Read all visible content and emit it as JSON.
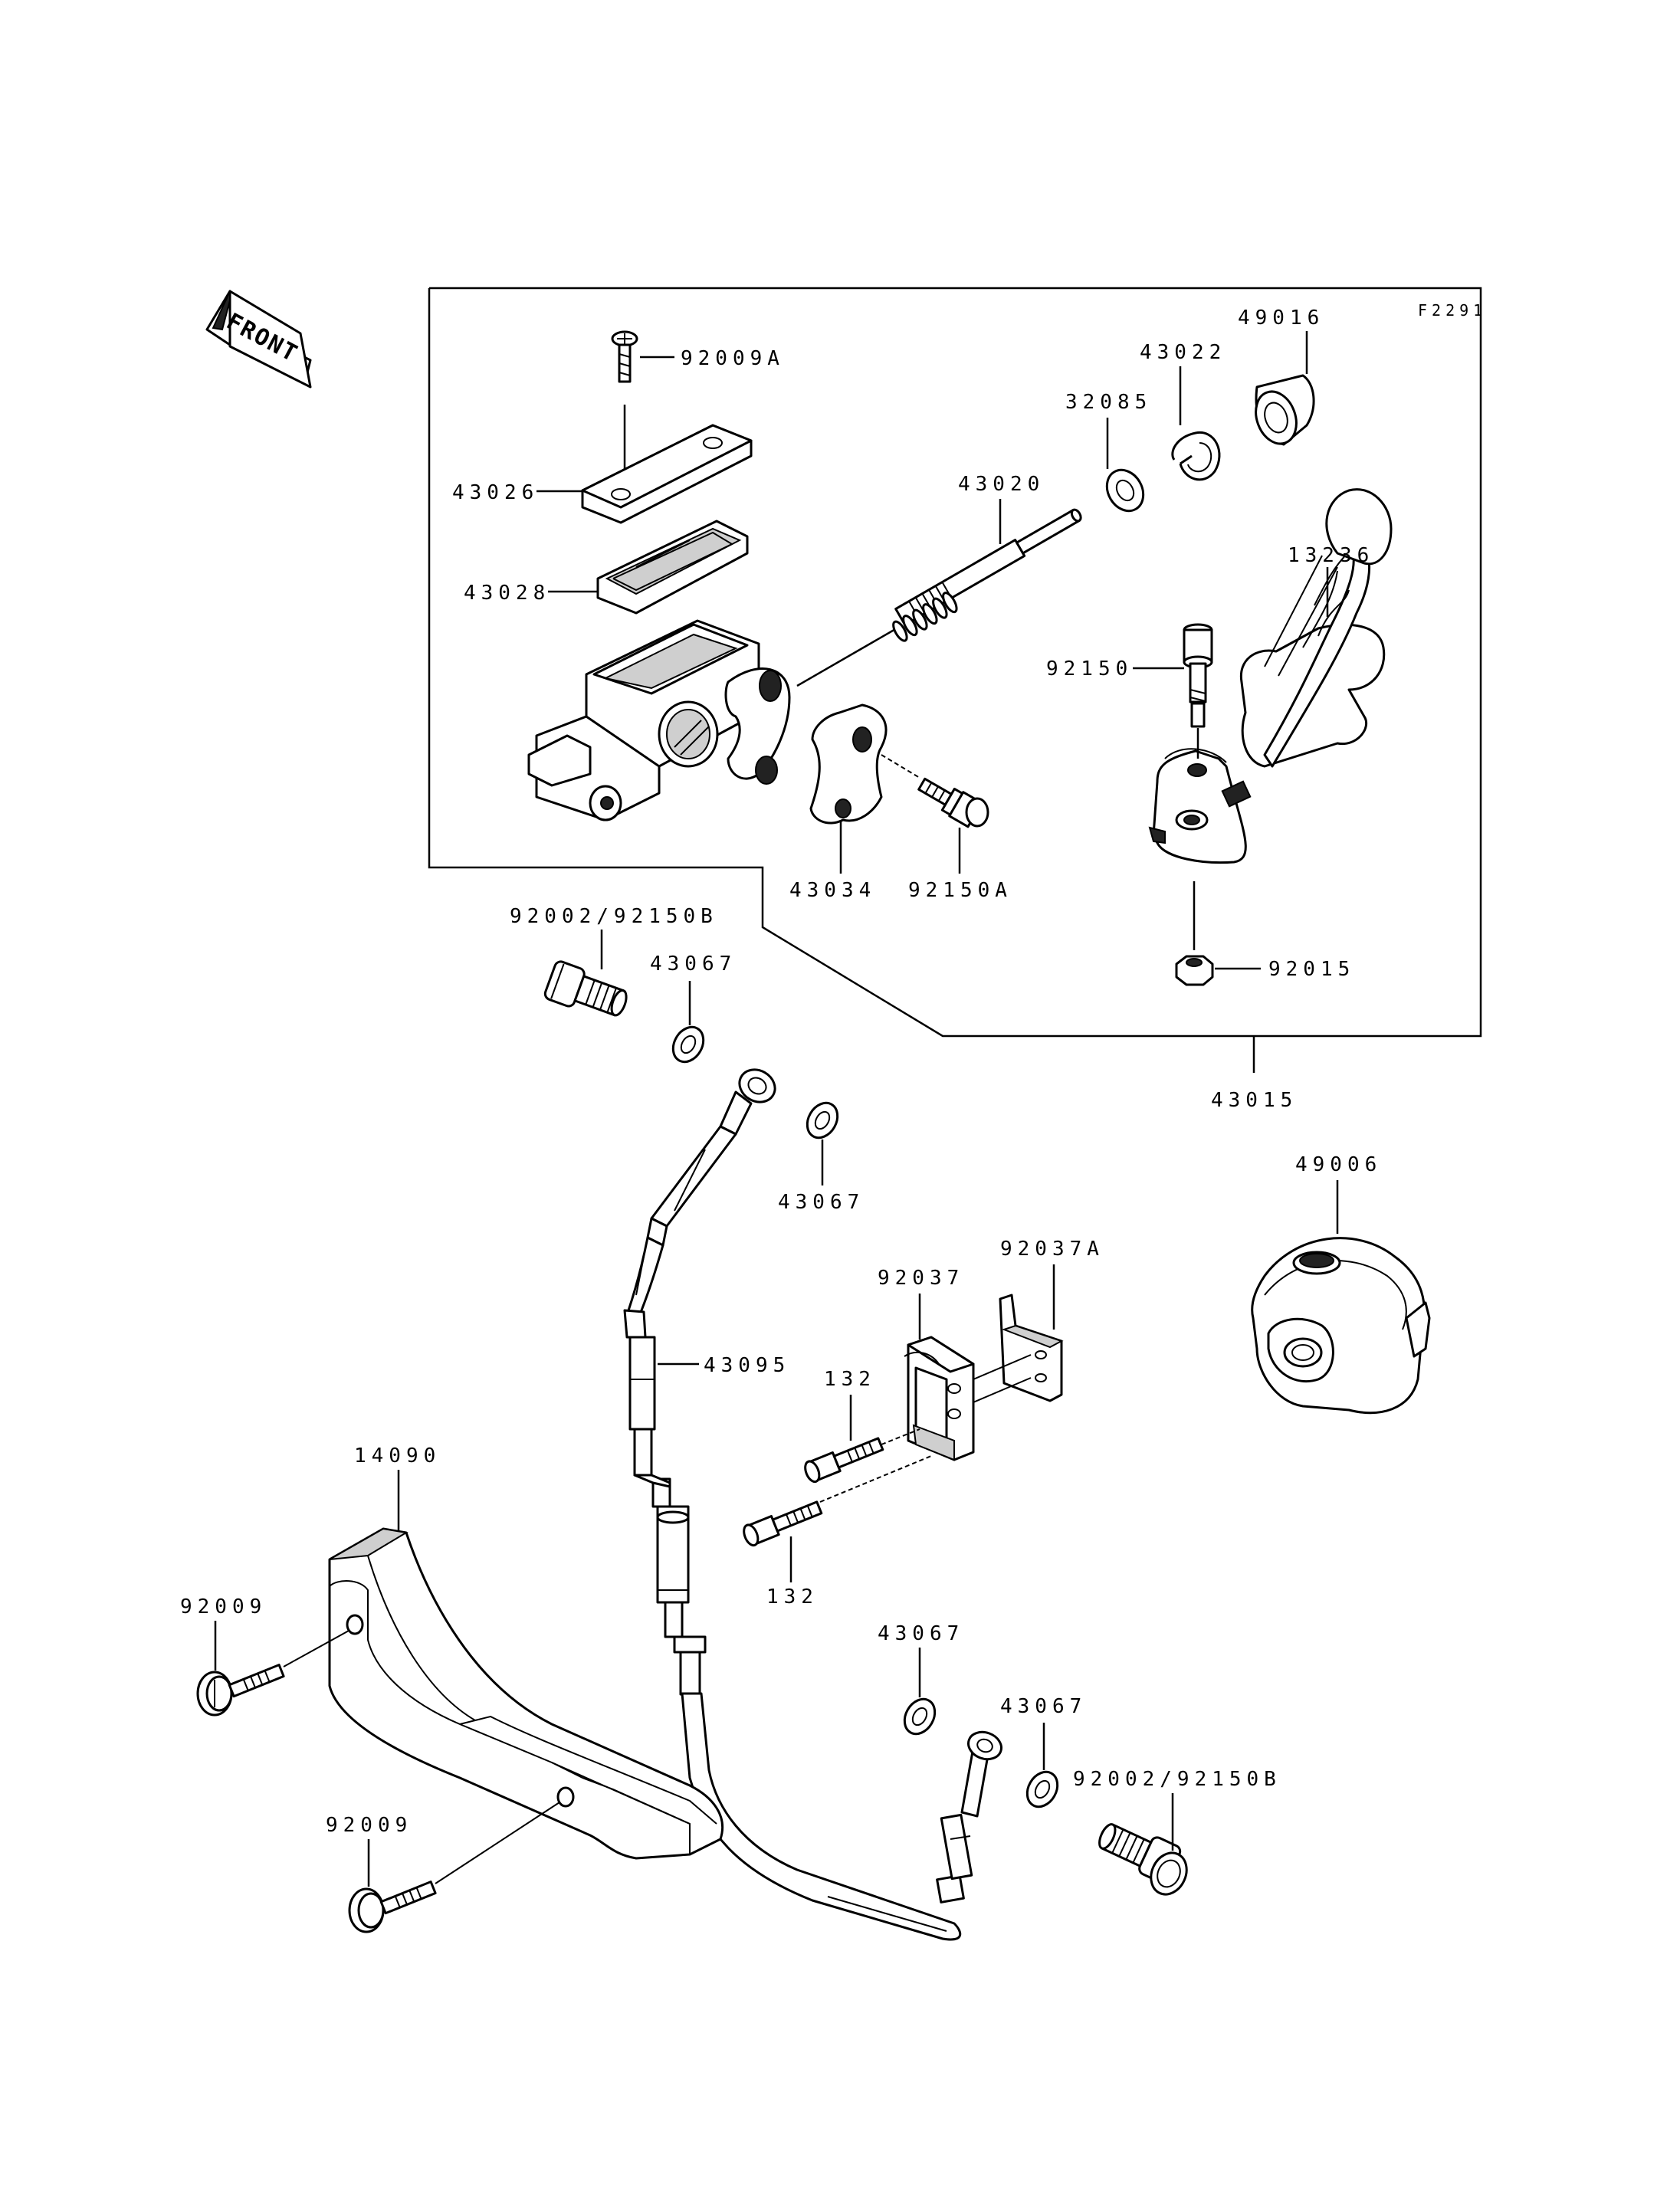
{
  "diagram_code": "F2291",
  "front_marker": "FRONT",
  "assembly_label": "43015",
  "part_labels": {
    "p92009A": "92009A",
    "p43026": "43026",
    "p43028": "43028",
    "p43020": "43020",
    "p32085": "32085",
    "p43022": "43022",
    "p49016": "49016",
    "p13236": "13236",
    "p92150": "92150",
    "p43034": "43034",
    "p92150A": "92150A",
    "p92015": "92015",
    "p92002_top": "92002/92150B",
    "p43067_a": "43067",
    "p43067_b": "43067",
    "p49006": "49006",
    "p92037": "92037",
    "p92037A": "92037A",
    "p43095": "43095",
    "p132_a": "132",
    "p132_b": "132",
    "p14090": "14090",
    "p92009_a": "92009",
    "p92009_b": "92009",
    "p43067_c": "43067",
    "p43067_d": "43067",
    "p92002_bottom": "92002/92150B"
  }
}
